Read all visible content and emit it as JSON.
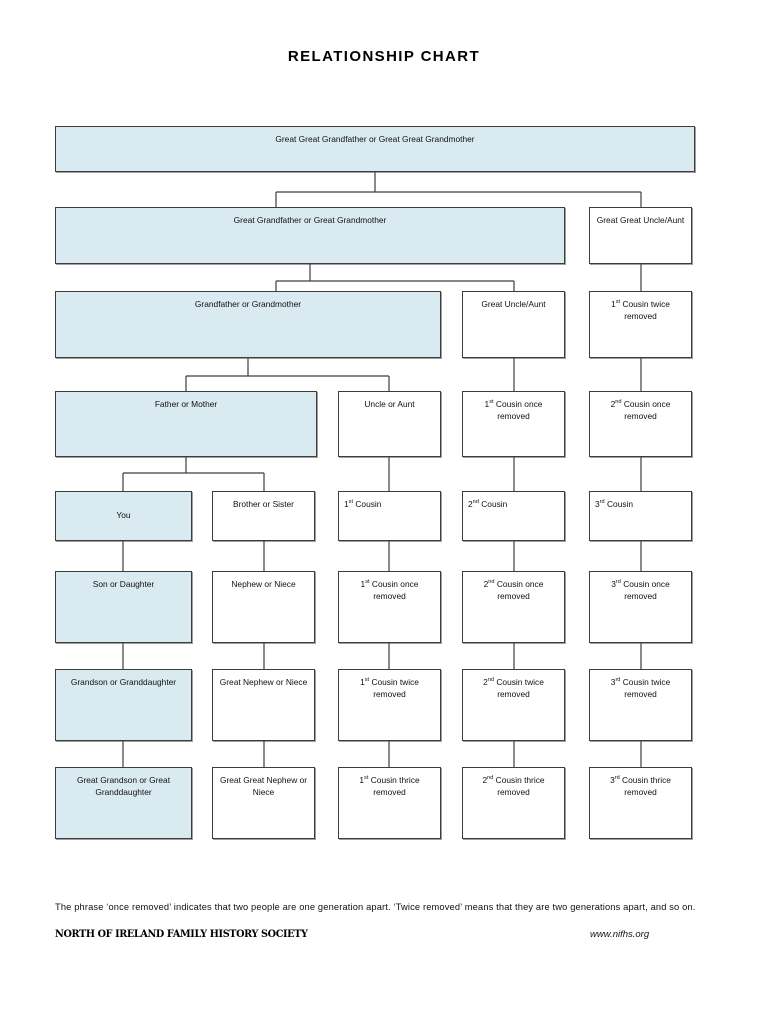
{
  "document": {
    "title": "RELATIONSHIP CHART"
  },
  "chart_data": {
    "type": "diagram",
    "title": "RELATIONSHIP CHART",
    "description": "Genealogical relationship chart mapping ancestors, descendants and cousin relationships relative to 'You'.",
    "accent_fill": "#daeaf1",
    "border_color": "#3d3d3d",
    "nodes": [
      {
        "id": "n0",
        "row": 0,
        "col": 0,
        "label": "Great Great Grandfather or Great Great Grandmother",
        "filled": true,
        "align": "center",
        "sup": ""
      },
      {
        "id": "n1",
        "row": 1,
        "col": 0,
        "label": "Great Grandfather or Great Grandmother",
        "filled": true,
        "align": "center",
        "sup": ""
      },
      {
        "id": "n2",
        "row": 1,
        "col": 4,
        "label": "Great Great Uncle/Aunt",
        "filled": false,
        "align": "center",
        "sup": ""
      },
      {
        "id": "n3",
        "row": 2,
        "col": 0,
        "label": "Grandfather or Grandmother",
        "filled": true,
        "align": "center",
        "sup": ""
      },
      {
        "id": "n4",
        "row": 2,
        "col": 3,
        "label": "Great Uncle/Aunt",
        "filled": false,
        "align": "center",
        "sup": ""
      },
      {
        "id": "n5",
        "row": 2,
        "col": 4,
        "label": "Cousin twice removed",
        "filled": false,
        "align": "center",
        "sup": "1st"
      },
      {
        "id": "n6",
        "row": 3,
        "col": 0,
        "label": "Father or Mother",
        "filled": true,
        "align": "center",
        "sup": ""
      },
      {
        "id": "n7",
        "row": 3,
        "col": 2,
        "label": "Uncle or Aunt",
        "filled": false,
        "align": "center",
        "sup": ""
      },
      {
        "id": "n8",
        "row": 3,
        "col": 3,
        "label": "Cousin once removed",
        "filled": false,
        "align": "center",
        "sup": "1st"
      },
      {
        "id": "n9",
        "row": 3,
        "col": 4,
        "label": "Cousin once removed",
        "filled": false,
        "align": "center",
        "sup": "2nd"
      },
      {
        "id": "n10",
        "row": 4,
        "col": 0,
        "label": "You",
        "filled": true,
        "align": "middle",
        "sup": ""
      },
      {
        "id": "n11",
        "row": 4,
        "col": 1,
        "label": "Brother or Sister",
        "filled": false,
        "align": "center",
        "sup": ""
      },
      {
        "id": "n12",
        "row": 4,
        "col": 2,
        "label": "Cousin",
        "filled": false,
        "align": "left",
        "sup": "1st"
      },
      {
        "id": "n13",
        "row": 4,
        "col": 3,
        "label": "Cousin",
        "filled": false,
        "align": "left",
        "sup": "2nd"
      },
      {
        "id": "n14",
        "row": 4,
        "col": 4,
        "label": "Cousin",
        "filled": false,
        "align": "left",
        "sup": "3rd"
      },
      {
        "id": "n15",
        "row": 5,
        "col": 0,
        "label": "Son or Daughter",
        "filled": true,
        "align": "center",
        "sup": ""
      },
      {
        "id": "n16",
        "row": 5,
        "col": 1,
        "label": "Nephew or Niece",
        "filled": false,
        "align": "center",
        "sup": ""
      },
      {
        "id": "n17",
        "row": 5,
        "col": 2,
        "label": "Cousin once removed",
        "filled": false,
        "align": "center",
        "sup": "1st"
      },
      {
        "id": "n18",
        "row": 5,
        "col": 3,
        "label": "Cousin once removed",
        "filled": false,
        "align": "center",
        "sup": "2nd"
      },
      {
        "id": "n19",
        "row": 5,
        "col": 4,
        "label": "Cousin once removed",
        "filled": false,
        "align": "center",
        "sup": "3rd"
      },
      {
        "id": "n20",
        "row": 6,
        "col": 0,
        "label": "Grandson or Granddaughter",
        "filled": true,
        "align": "center",
        "sup": ""
      },
      {
        "id": "n21",
        "row": 6,
        "col": 1,
        "label": "Great Nephew or Niece",
        "filled": false,
        "align": "center",
        "sup": ""
      },
      {
        "id": "n22",
        "row": 6,
        "col": 2,
        "label": "Cousin twice removed",
        "filled": false,
        "align": "center",
        "sup": "1st"
      },
      {
        "id": "n23",
        "row": 6,
        "col": 3,
        "label": "Cousin twice removed",
        "filled": false,
        "align": "center",
        "sup": "2nd"
      },
      {
        "id": "n24",
        "row": 6,
        "col": 4,
        "label": "Cousin twice removed",
        "filled": false,
        "align": "center",
        "sup": "3rd"
      },
      {
        "id": "n25",
        "row": 7,
        "col": 0,
        "label": "Great Grandson or Great Granddaughter",
        "filled": true,
        "align": "center",
        "sup": ""
      },
      {
        "id": "n26",
        "row": 7,
        "col": 1,
        "label": "Great Great Nephew or Niece",
        "filled": false,
        "align": "center",
        "sup": ""
      },
      {
        "id": "n27",
        "row": 7,
        "col": 2,
        "label": "Cousin thrice removed",
        "filled": false,
        "align": "center",
        "sup": "1st"
      },
      {
        "id": "n28",
        "row": 7,
        "col": 3,
        "label": "Cousin thrice removed",
        "filled": false,
        "align": "center",
        "sup": "2nd"
      },
      {
        "id": "n29",
        "row": 7,
        "col": 4,
        "label": "Cousin thrice removed",
        "filled": false,
        "align": "center",
        "sup": "3rd"
      }
    ]
  },
  "footer": {
    "note": "The phrase ‘once removed’ indicates that two people are one generation apart.  ‘Twice removed’ means that they are two generations apart, and so on.",
    "society": "NORTH OF IRELAND FAMILY HISTORY SOCIETY",
    "url": "www.nifhs.org"
  }
}
